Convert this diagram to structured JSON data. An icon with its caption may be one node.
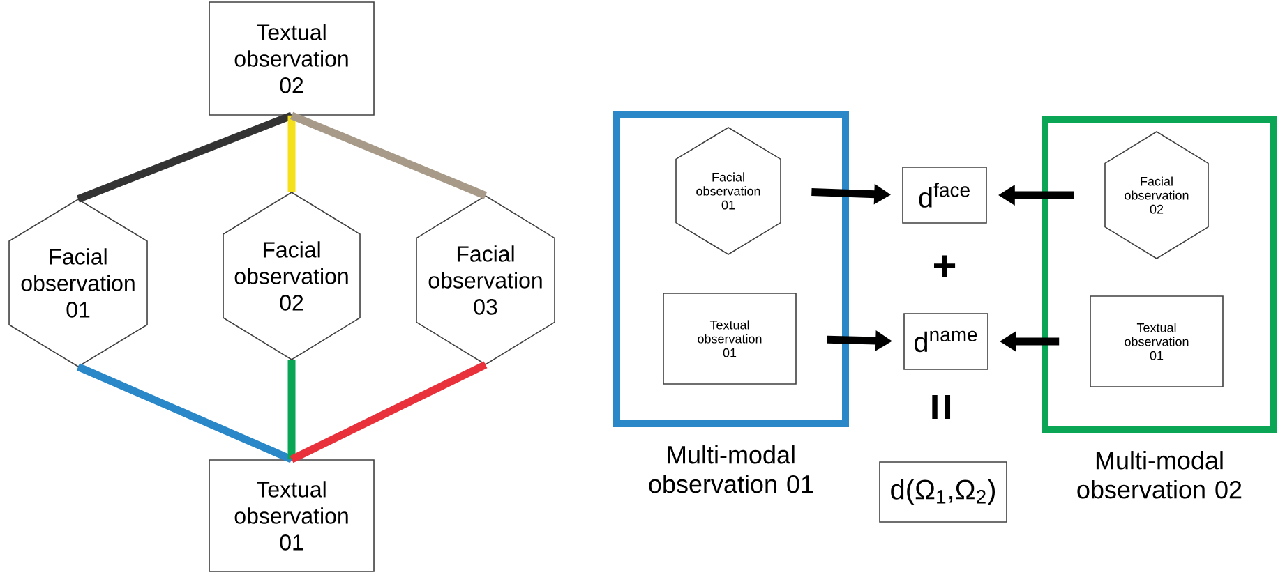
{
  "diagram": {
    "nodes": [
      {
        "text": [
          "Textual observation 02"
        ]
      },
      {
        "text": [
          "Facial observation 01"
        ]
      },
      {
        "text": [
          "Facial observation 02"
        ]
      },
      {
        "text": [
          "Facial observation 03"
        ]
      },
      {
        "text": [
          "Textual observation 01"
        ]
      },
      {
        "text": [
          "Multi-modal observation 01"
        ]
      },
      {
        "text": [
          "Facial observation 01"
        ],
        "in": 5
      },
      {
        "text": [
          "Textual observation 01"
        ],
        "in": 5
      },
      {
        "text": [
          "d$^{face}$"
        ]
      },
      {
        "text": [
          "d$^{name}$"
        ]
      },
      {
        "text": [
          "d(Ω$_{1}$,Ω$_{2}$)"
        ]
      },
      {
        "text": [
          "Multi-modal observation 02"
        ]
      },
      {
        "text": [
          "Facial observation 02"
        ],
        "in": 11
      },
      {
        "text": [
          "Textual observation 01"
        ],
        "in": 11
      }
    ],
    "edges": [
      {
        "from": 0,
        "to": 1,
        "arrow": "none",
        "color": "#333333"
      },
      {
        "from": 0,
        "to": 2,
        "arrow": "none",
        "color": "#f5e11b"
      },
      {
        "from": 0,
        "to": 3,
        "arrow": "none",
        "color": "#a89a88"
      },
      {
        "from": 1,
        "to": 4,
        "arrow": "none",
        "color": "#2a88c8"
      },
      {
        "from": 2,
        "to": 4,
        "arrow": "none",
        "color": "#0aa655"
      },
      {
        "from": 3,
        "to": 4,
        "arrow": "none",
        "color": "#e8313a"
      },
      {
        "from": 6,
        "to": 8,
        "arrow": "to"
      },
      {
        "from": 7,
        "to": 9,
        "arrow": "to"
      },
      {
        "from": 12,
        "to": 8,
        "arrow": "to"
      },
      {
        "from": 13,
        "to": 9,
        "arrow": "to"
      }
    ],
    "labels": [
      "+",
      "="
    ]
  }
}
